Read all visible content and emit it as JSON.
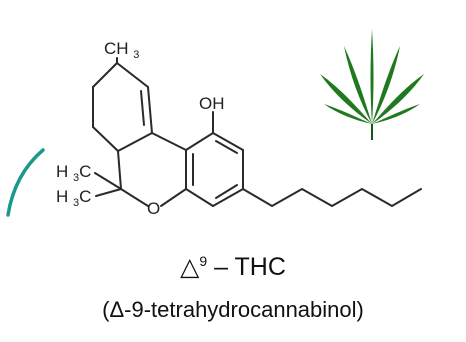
{
  "molecule": {
    "atoms": {
      "ch3_top": "CH3",
      "oh": "OH",
      "h3c_upper": "H3C",
      "h3c_lower": "H3C",
      "o_ring": "O"
    }
  },
  "caption": {
    "triangle": "△",
    "superscript": "9",
    "dash": "–",
    "name": "THC",
    "full_name": "(Δ-9-tetrahydrocannabinol)"
  },
  "colors": {
    "leaf": "#1f7a1f",
    "leaf_dark": "#0f5a12",
    "swoosh": "#1a9a8a",
    "bonds": "#2a2a2a"
  },
  "icons": [
    "cannabis-leaf-icon",
    "teal-swoosh"
  ]
}
